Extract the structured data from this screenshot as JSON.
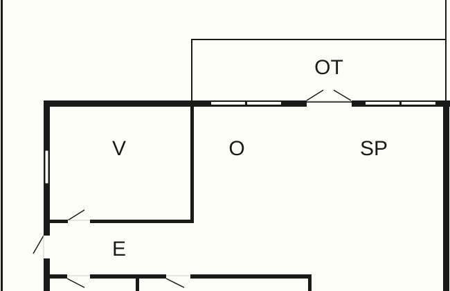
{
  "rooms": {
    "outdoor_terrace": "OT",
    "bedroom": "V",
    "living": "O",
    "dining": "SP",
    "entrance": "E"
  },
  "colors": {
    "wall": "#1a1a1a",
    "background": "#fdfdf8"
  }
}
